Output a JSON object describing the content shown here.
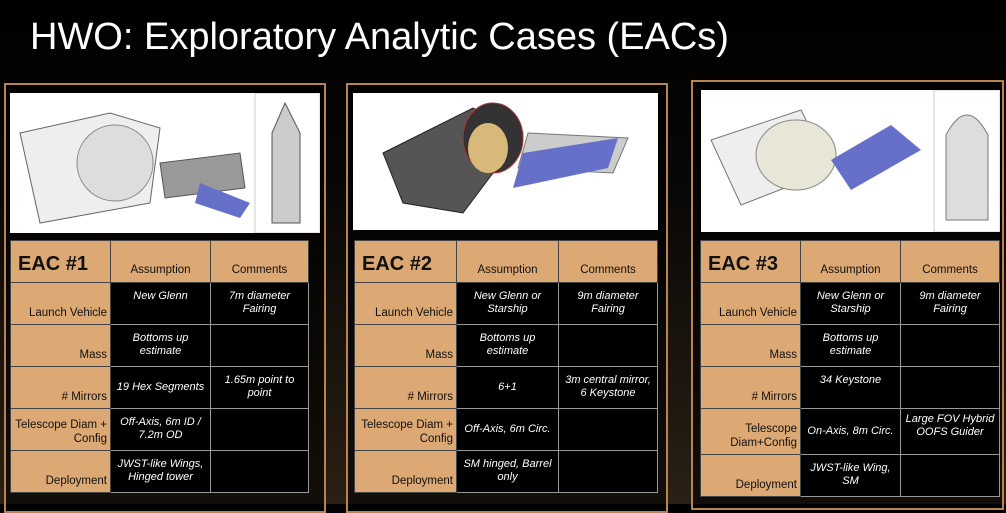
{
  "title": "HWO: Exploratory Analytic Cases (EACs)",
  "headers": {
    "assumption": "Assumption",
    "comments": "Comments"
  },
  "eacs": [
    {
      "name": "EAC #1",
      "rows": [
        {
          "label": "Launch Vehicle",
          "assumption": "New Glenn",
          "comment": "7m diameter Fairing"
        },
        {
          "label": "Mass",
          "assumption": "Bottoms up estimate",
          "comment": ""
        },
        {
          "label": "# Mirrors",
          "assumption": "19 Hex Segments",
          "comment": "1.65m point to point"
        },
        {
          "label": "Telescope Diam + Config",
          "assumption": "Off-Axis, 6m ID / 7.2m OD",
          "comment": ""
        },
        {
          "label": "Deployment",
          "assumption": "JWST-like Wings, Hinged tower",
          "comment": ""
        }
      ]
    },
    {
      "name": "EAC #2",
      "rows": [
        {
          "label": "Launch Vehicle",
          "assumption": "New Glenn or Starship",
          "comment": "9m diameter Fairing"
        },
        {
          "label": "Mass",
          "assumption": "Bottoms up estimate",
          "comment": ""
        },
        {
          "label": "# Mirrors",
          "assumption": "6+1",
          "comment": "3m central mirror, 6 Keystone"
        },
        {
          "label": "Telescope Diam + Config",
          "assumption": "Off-Axis, 6m Circ.",
          "comment": ""
        },
        {
          "label": "Deployment",
          "assumption": "SM hinged, Barrel only",
          "comment": ""
        }
      ]
    },
    {
      "name": "EAC #3",
      "rows": [
        {
          "label": "Launch Vehicle",
          "assumption": "New Glenn or Starship",
          "comment": "9m diameter Fairing"
        },
        {
          "label": "Mass",
          "assumption": "Bottoms up estimate",
          "comment": ""
        },
        {
          "label": "# Mirrors",
          "assumption": "34 Keystone",
          "comment": ""
        },
        {
          "label": "Telescope Diam+Config",
          "assumption": "On-Axis, 8m Circ.",
          "comment": "Large FOV Hybrid OOFS Guider"
        },
        {
          "label": "Deployment",
          "assumption": "JWST-like Wing, SM",
          "comment": ""
        }
      ]
    }
  ]
}
